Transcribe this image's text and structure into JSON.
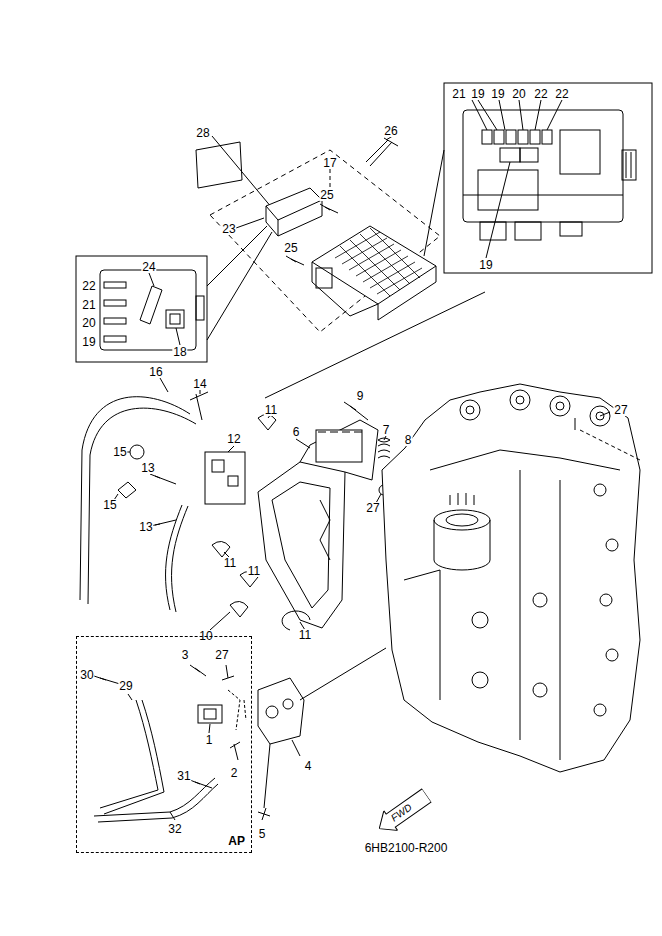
{
  "diagram": {
    "nodes": [
      {
        "text": [
          "AP"
        ]
      },
      {
        "text": [
          "FWD"
        ]
      }
    ],
    "labels": [
      "28",
      "17",
      "26",
      "25",
      "23",
      "25",
      "21",
      "19",
      "19",
      "20",
      "22",
      "22",
      "19",
      "24",
      "22",
      "21",
      "20",
      "19",
      "18",
      "16",
      "14",
      "9",
      "11",
      "6",
      "7",
      "8",
      "12",
      "15",
      "13",
      "27",
      "27",
      "15",
      "13",
      "11",
      "11",
      "10",
      "11",
      "30",
      "29",
      "3",
      "27",
      "1",
      "2",
      "4",
      "31",
      "32",
      "5",
      "6HB2100-R200"
    ]
  }
}
